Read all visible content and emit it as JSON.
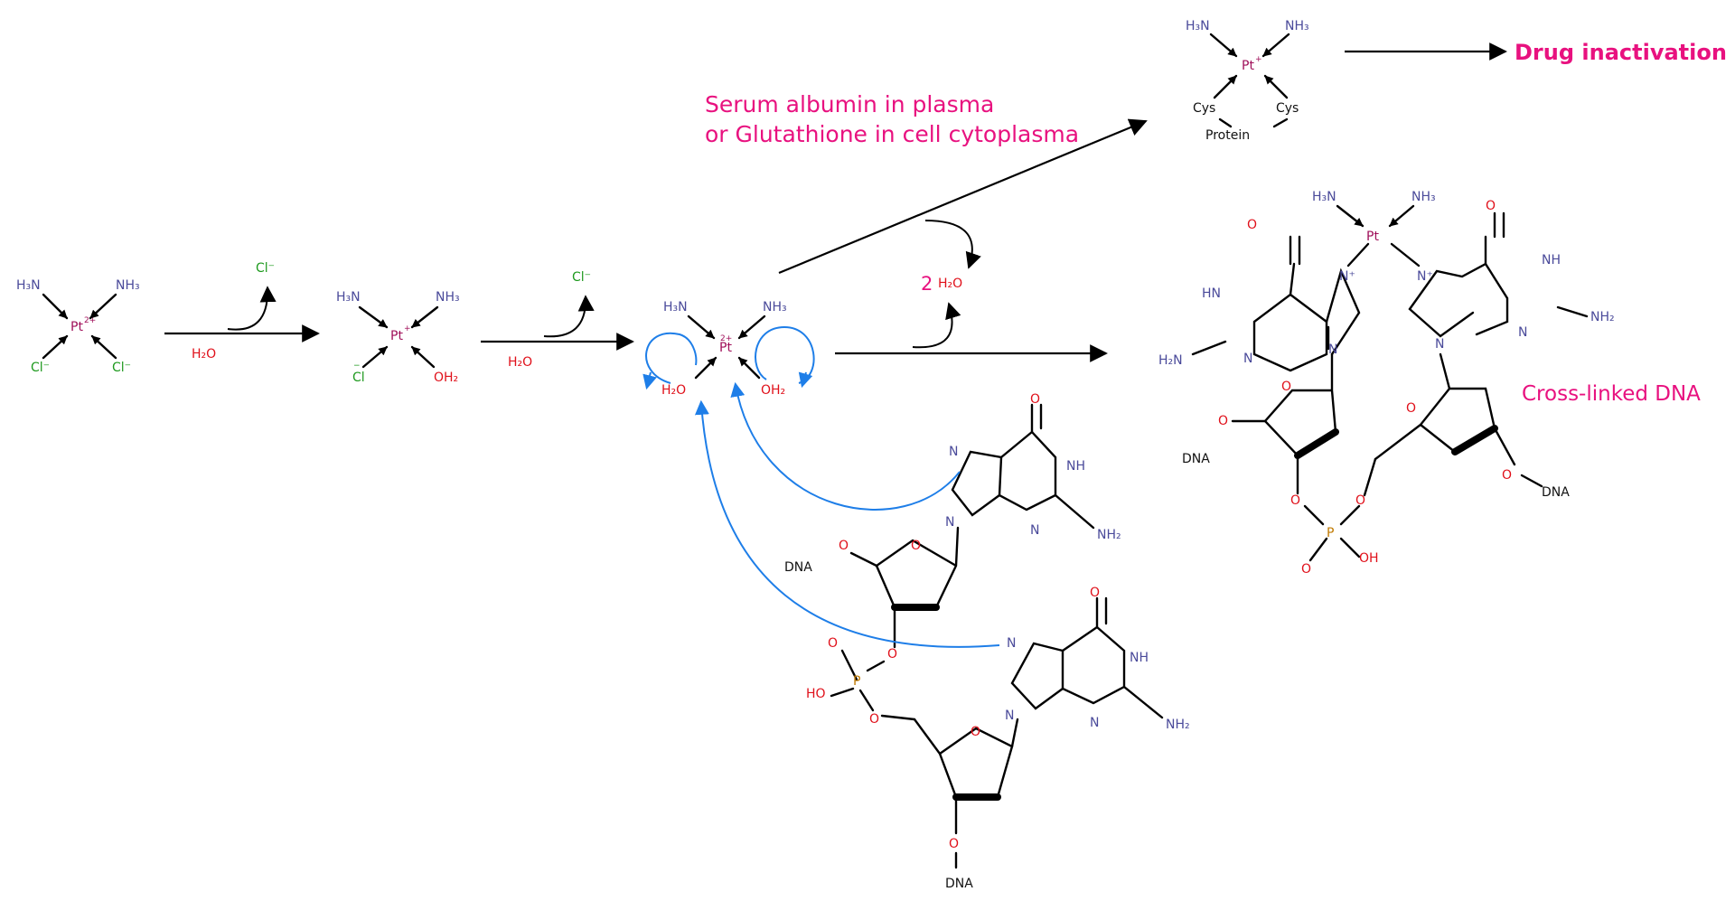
{
  "atoms": {
    "h3n": "H₃N",
    "nh3": "NH₃",
    "h2n": "H₂N",
    "nh2": "NH₂",
    "pt": "Pt",
    "cl": "Cl",
    "cl_minus": "Cl⁻",
    "charge_2plus": "2+",
    "charge_plus": "+",
    "charge_minus": "−",
    "oh2": "OH₂",
    "h2o": "H₂O",
    "o": "O",
    "oh": "OH",
    "ho": "HO",
    "p": "P",
    "n": "N",
    "nplus": "N⁺",
    "nh": "NH",
    "hn": "HN",
    "dna": "DNA",
    "cys": "Cys",
    "protein": "Protein"
  },
  "labels": {
    "two": "2",
    "serum_line1": "Serum albumin in plasma",
    "serum_line2": "or Glutathione in cell cytoplasma",
    "drug_inactivation": "Drug inactivation",
    "cross_linked": "Cross-linked DNA"
  },
  "colors": {
    "amine": "#4a4a9a",
    "platinum": "#a0105a",
    "chlorine": "#1f9a1f",
    "oxygen": "#e0101a",
    "phosphorus": "#c07a00",
    "annotation": "#e8117f",
    "electron_arrow": "#1e7ee8"
  }
}
